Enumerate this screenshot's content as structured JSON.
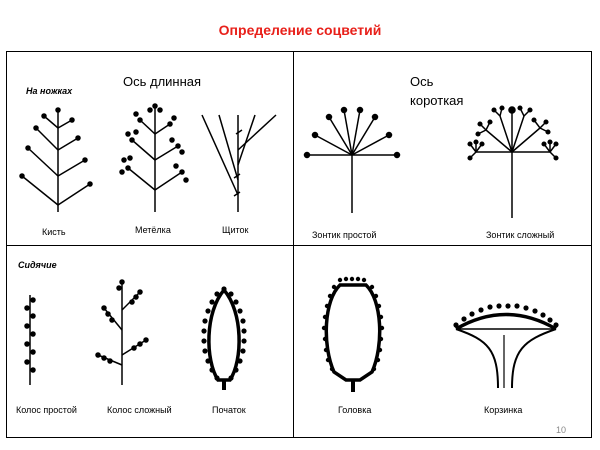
{
  "title": "Определение соцветий",
  "sections": {
    "long_axis": "Ось длинная",
    "short_axis_1": "Ось",
    "short_axis_2": "короткая",
    "stalked": "На ножках",
    "sessile": "Сидячие"
  },
  "labels": {
    "raceme": "Кисть",
    "panicle": "Метёлка",
    "corymb": "Щиток",
    "simple_umbel": "Зонтик простой",
    "compound_umbel": "Зонтик сложный",
    "simple_spike": "Колос простой",
    "compound_spike": "Колос сложный",
    "spadix": "Початок",
    "head": "Головка",
    "basket": "Корзинка"
  },
  "page_number": "10"
}
